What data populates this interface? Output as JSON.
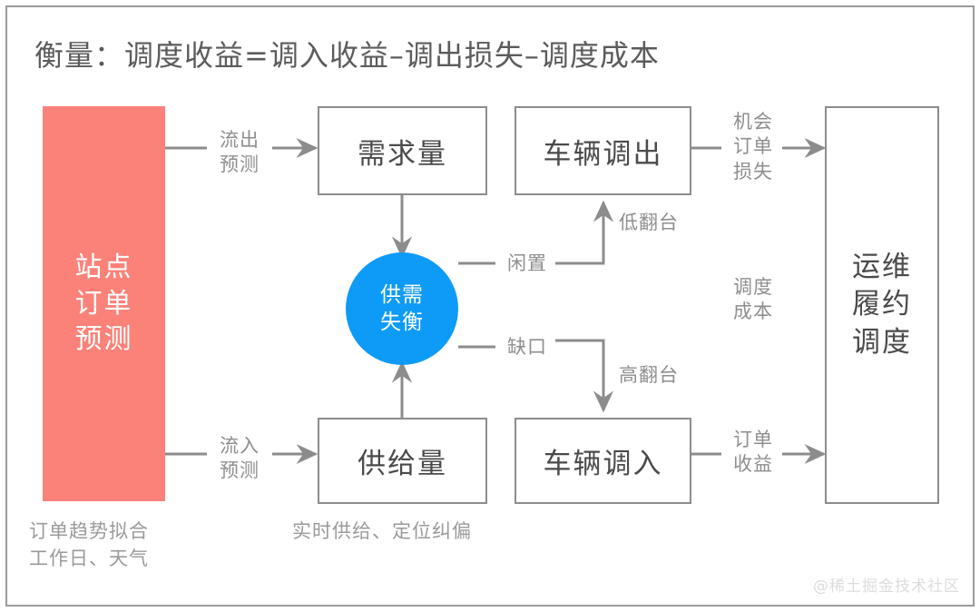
{
  "title": "衡量：调度收益=调入收益–调出损失–调度成本",
  "source_block": {
    "label": "站点\n订单\n预测",
    "color": "#fb8279",
    "caption": "订单趋势拟合\n工作日、天气"
  },
  "flow_labels": {
    "outflow_forecast": "流出\n预测",
    "inflow_forecast": "流入\n预测",
    "idle": "闲置",
    "gap": "缺口",
    "low_turnover": "低翻台",
    "high_turnover": "高翻台",
    "opportunity_order_loss": "机会\n订单\n损失",
    "dispatch_cost": "调度\n成本",
    "order_revenue": "订单\n收益"
  },
  "nodes": {
    "demand": "需求量",
    "supply": "供给量",
    "vehicle_out": "车辆调出",
    "vehicle_in": "车辆调入",
    "imbalance": "供需\n失衡",
    "ops_dispatch": "运维\n履约\n调度"
  },
  "mid_caption": "实时供给、定位纠偏",
  "watermark": "@稀土掘金技术社区",
  "colors": {
    "pink": "#fb8279",
    "blue": "#0e9bf7",
    "line": "#8c8c8c",
    "text": "#4a4a4a",
    "muted": "#8e8e8e"
  }
}
